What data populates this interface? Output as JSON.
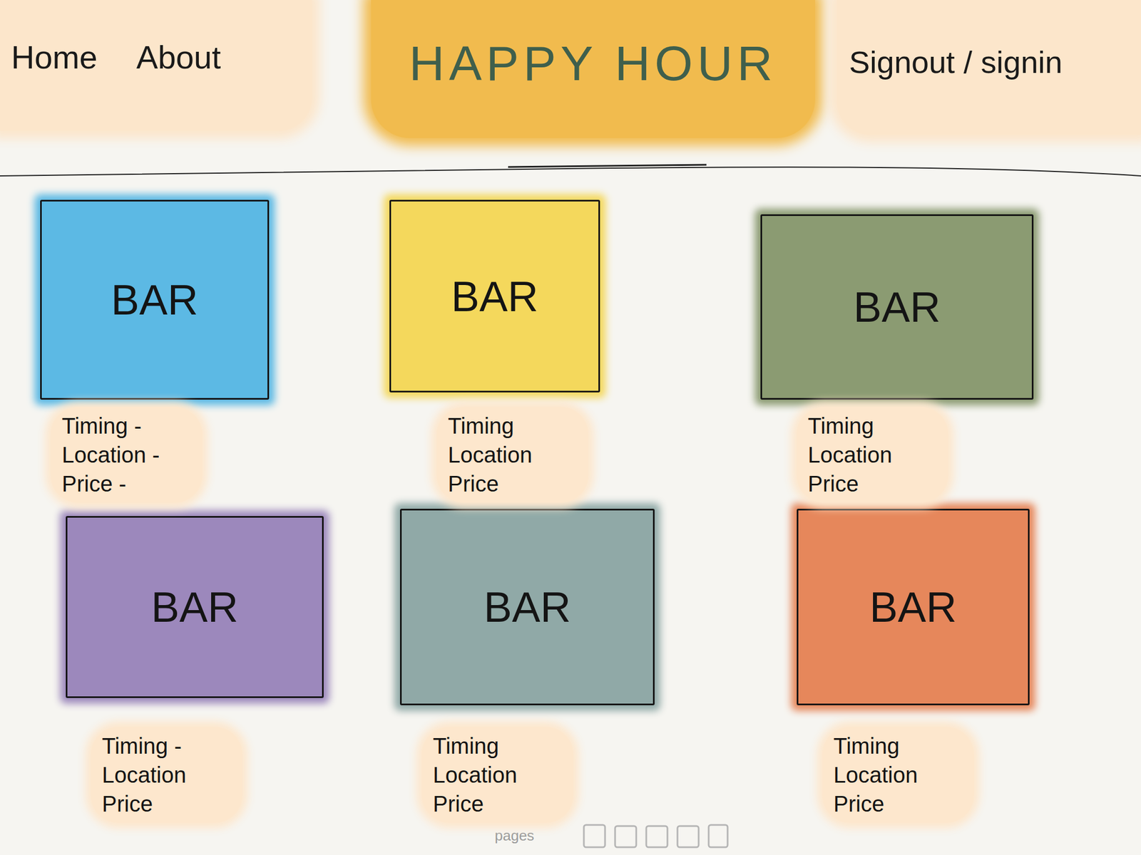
{
  "diagram": {
    "nodes": [
      {
        "text": [
          "Home",
          "About"
        ]
      },
      {
        "text": [
          "HAPPY HOUR"
        ]
      },
      {
        "text": [
          "Signout / signin"
        ]
      },
      {
        "text": [
          "BAR"
        ]
      },
      {
        "text": [
          "BAR"
        ]
      },
      {
        "text": [
          "BAR"
        ]
      },
      {
        "text": [
          "Timing - Location - Price -"
        ]
      },
      {
        "text": [
          "Timing Location Price"
        ]
      },
      {
        "text": [
          "Timing Location Price"
        ]
      },
      {
        "text": [
          "BAR"
        ]
      },
      {
        "text": [
          "BAR"
        ]
      },
      {
        "text": [
          "BAR"
        ]
      },
      {
        "text": [
          "Timing - Location Price"
        ]
      },
      {
        "text": [
          "Timing Location Price"
        ]
      },
      {
        "text": [
          "Timing Location Price"
        ]
      }
    ],
    "labels": [
      "pages"
    ]
  }
}
